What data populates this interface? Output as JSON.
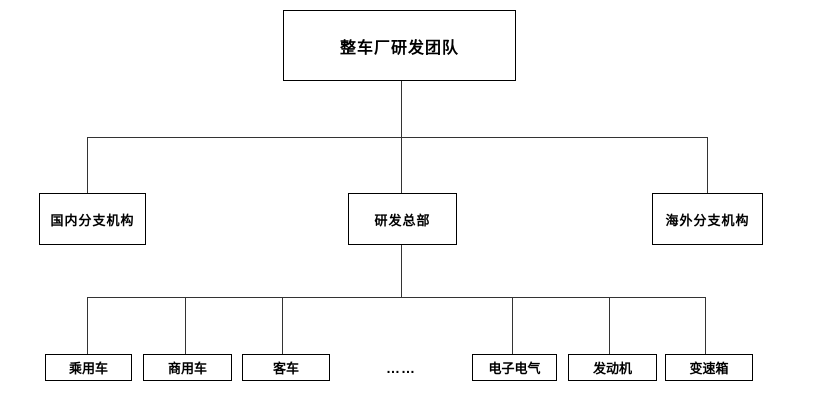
{
  "org_chart": {
    "root": {
      "label": "整车厂研发团队"
    },
    "level2": [
      {
        "label": "国内分支机构"
      },
      {
        "label": "研发总部"
      },
      {
        "label": "海外分支机构"
      }
    ],
    "level3": [
      {
        "label": "乘用车"
      },
      {
        "label": "商用车"
      },
      {
        "label": "客车"
      },
      {
        "label": "……"
      },
      {
        "label": "电子电气"
      },
      {
        "label": "发动机"
      },
      {
        "label": "变速箱"
      }
    ],
    "colors": {
      "box_border": "#000000",
      "connector": "#333333",
      "background": "#ffffff",
      "text": "#000000"
    }
  }
}
